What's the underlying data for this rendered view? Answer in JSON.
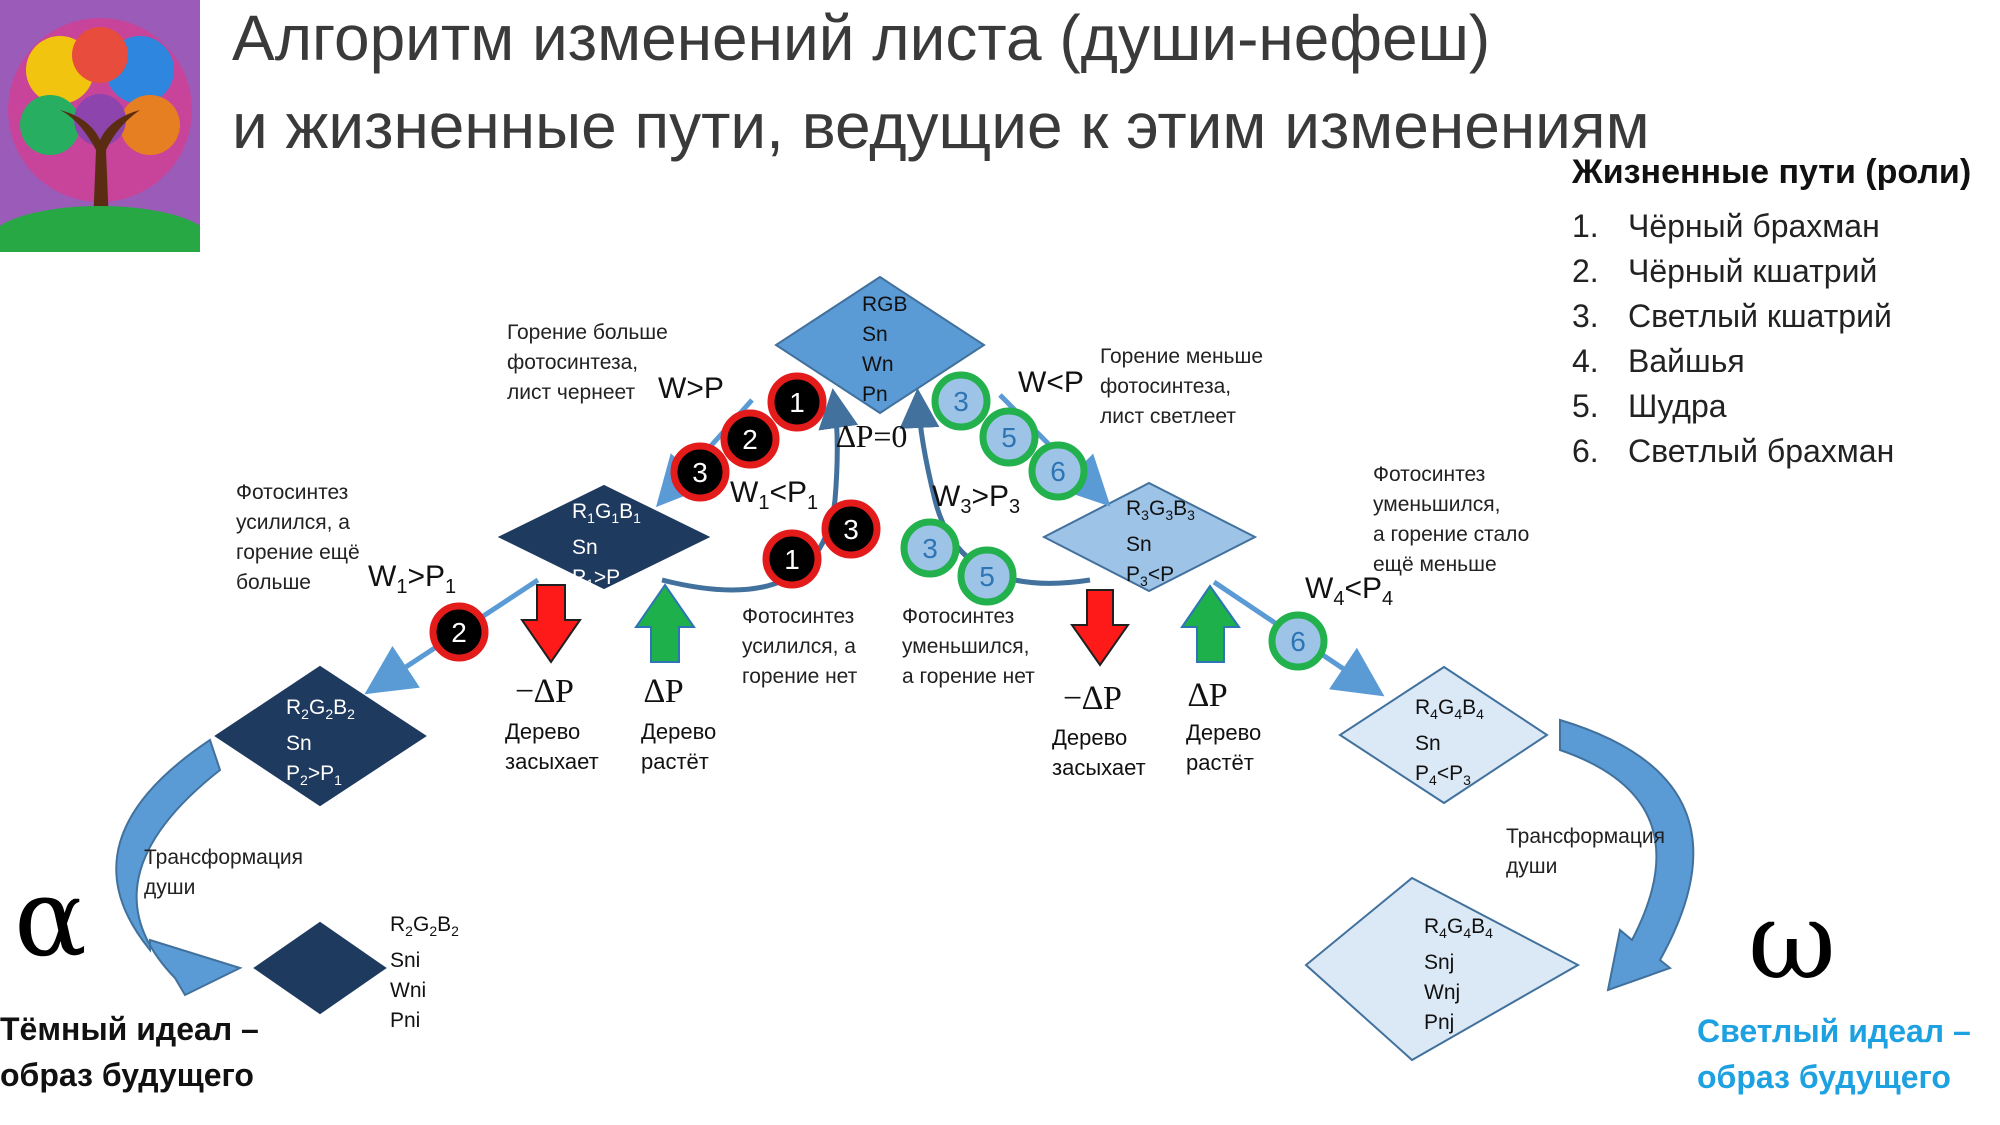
{
  "title": {
    "line1": "Алгоритм изменений листа (души-нефеш)",
    "line2": "и жизненные пути, ведущие к этим изменениям"
  },
  "roles": {
    "heading": "Жизненные пути (роли)",
    "items": [
      {
        "num": "1.",
        "label": "Чёрный брахман"
      },
      {
        "num": "2.",
        "label": "Чёрный кшатрий"
      },
      {
        "num": "3.",
        "label": "Светлый кшатрий"
      },
      {
        "num": "4.",
        "label": "Вайшья"
      },
      {
        "num": "5.",
        "label": "Шудра"
      },
      {
        "num": "6.",
        "label": "Светлый брахман"
      }
    ]
  },
  "center": {
    "line1": "RGB",
    "line2": "Sn",
    "line3": "Wn",
    "line4": "Pn"
  },
  "left_top_note": {
    "line1": "Горение больше",
    "line2": "фотосинтеза,",
    "line3": "лист чернеет"
  },
  "right_top_note": {
    "line1": "Горение меньше",
    "line2": "фотосинтеза,",
    "line3": "лист светлеет"
  },
  "w_gt_p": "W>P",
  "w_lt_p": "W<P",
  "delta_zero": "∆P=0",
  "node_d1": {
    "rgb_r": "R",
    "s1": "1",
    "rgb_g": "G",
    "s2": "1",
    "rgb_b": "B",
    "s3": "1",
    "sn": "Sn",
    "p_a": "P",
    "p_s": "1",
    "p_b": ">P"
  },
  "node_d3": {
    "rgb_r": "R",
    "s1": "3",
    "rgb_g": "G",
    "s2": "3",
    "rgb_b": "B",
    "s3": "3",
    "sn": "Sn",
    "p_a": "P",
    "p_s": "3",
    "p_b": "<P"
  },
  "node_d2": {
    "rgb_r": "R",
    "s1": "2",
    "rgb_g": "G",
    "s2": "2",
    "rgb_b": "B",
    "s3": "2",
    "sn": "Sn",
    "p_a": "P",
    "p_s": "2",
    "p_b": ">P",
    "p_s2": "1"
  },
  "node_d4": {
    "rgb_r": "R",
    "s1": "4",
    "rgb_g": "G",
    "s2": "4",
    "rgb_b": "B",
    "s3": "4",
    "sn": "Sn",
    "p_a": "P",
    "p_s": "4",
    "p_b": "<P",
    "p_s2": "3"
  },
  "eq_w1_lt_p1": {
    "a": "W",
    "s1": "1",
    "b": "<P",
    "s2": "1"
  },
  "eq_w3_gt_p3": {
    "a": "W",
    "s1": "3",
    "b": ">P",
    "s2": "3"
  },
  "eq_w1_gt_p1": {
    "a": "W",
    "s1": "1",
    "b": ">P",
    "s2": "1"
  },
  "eq_w4_lt_p4": {
    "a": "W",
    "s1": "4",
    "b": "<P",
    "s2": "4"
  },
  "left_mid_note": {
    "line1": "Фотосинтез",
    "line2": "усилился, а",
    "line3": "горение ещё",
    "line4": "больше"
  },
  "right_mid_note": {
    "line1": "Фотосинтез",
    "line2": "уменьшился,",
    "line3": "а горение стало",
    "line4": "ещё меньше"
  },
  "center_left_note": {
    "line1": "Фотосинтез",
    "line2": "усилился, а",
    "line3": "горение нет"
  },
  "center_right_note": {
    "line1": "Фотосинтез",
    "line2": "уменьшился,",
    "line3": "а горение нет"
  },
  "minus_dp": "−∆P",
  "plus_dp": "∆P",
  "tree_dries": {
    "line1": "Дерево",
    "line2": "засыхает"
  },
  "tree_grows": {
    "line1": "Дерево",
    "line2": "растёт"
  },
  "transform_note": {
    "line1": "Трансформация",
    "line2": "души"
  },
  "dark_ideal_node": {
    "rgb_r": "R",
    "s1": "2",
    "rgb_g": "G",
    "s2": "2",
    "rgb_b": "B",
    "s3": "2",
    "l2": "Sni",
    "l3": "Wni",
    "l4": "Pni"
  },
  "light_ideal_node": {
    "rgb_r": "R",
    "s1": "4",
    "rgb_g": "G",
    "s2": "4",
    "rgb_b": "B",
    "s3": "4",
    "l2": "Snj",
    "l3": "Wnj",
    "l4": "Pnj"
  },
  "alpha": "α",
  "omega": "ω",
  "dark_ideal": {
    "line1": "Тёмный идеал –",
    "line2": "образ будущего"
  },
  "light_ideal": {
    "line1": "Светлый идеал –",
    "line2": "образ будущего"
  },
  "badges": {
    "b1": "1",
    "b2": "2",
    "b3": "3",
    "b4": "3",
    "b5": "1",
    "b6": "3",
    "b7": "5",
    "b8": "6",
    "b9": "3",
    "b10": "5",
    "b11": "2",
    "b12": "6"
  },
  "colors": {
    "dark_node": "#1f3a5f",
    "center_node": "#5b9bd5",
    "light_node": "#9dc3e6",
    "pale_node": "#dbe8f5",
    "dark_badge_ring": "#e31b1b",
    "light_badge_ring": "#22b14c",
    "light_badge_fill": "#9dc3e6",
    "light_ideal_text": "#1ea1e0",
    "arrow_blue": "#5b9bd5",
    "arrow_red": "#ff1a1a",
    "arrow_green": "#1eb04a"
  }
}
